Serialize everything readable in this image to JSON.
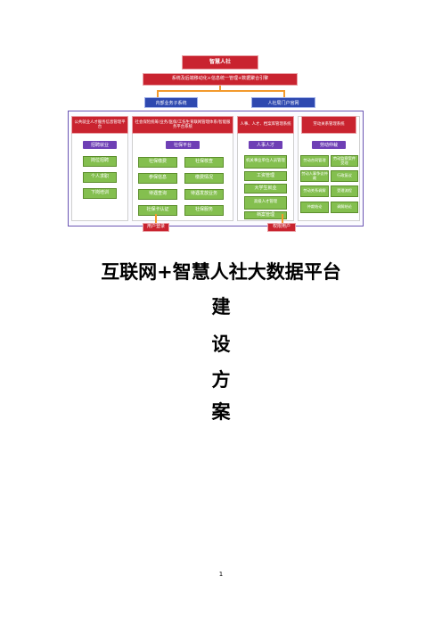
{
  "diagram": {
    "top_title": "智慧人社",
    "top_subtitle": "系统及后端移动化+信息统一管理+数据聚合引擎",
    "left_header": "内部业务子系统",
    "right_header": "人社局门户官网",
    "columns": [
      {
        "header": "公共就业人才服务信息管理平台",
        "category": "招聘就业",
        "items": [
          "岗位招聘",
          "个人求职",
          "下岗培训"
        ]
      },
      {
        "header": "社会保险统筹/业务/医保/工伤生育联网管理体系/智能服务平台系统",
        "category": "社保平台",
        "items": [
          "社保缴费",
          "社保核查",
          "参保信息",
          "缴费情况",
          "待遇查询",
          "待遇发放业务",
          "社保卡认证",
          "社保服务"
        ]
      },
      {
        "header": "人事、人才、档案库管理系统",
        "category": "人事人才",
        "items": [
          "机关事业单位人员管理",
          "工资管理",
          "大学生就业",
          "高级人才管理",
          "档案管理"
        ]
      },
      {
        "header": "劳动关系管理系统",
        "category": "劳动仲裁",
        "items": [
          "劳动合同管理",
          "劳动监察案件受理",
          "劳动人事争议仲裁",
          "行政复议",
          "劳动关系调解",
          "受理流程",
          "仲裁结论",
          "调解结论"
        ]
      }
    ],
    "bottom_left": "用户登录",
    "bottom_right": "权限用户"
  },
  "title": "互联网+智慧人社大数据平台",
  "vertical_chars": [
    "建",
    "设",
    "方",
    "案"
  ],
  "page_number": "1",
  "colors": {
    "red": "#c9232f",
    "blue": "#2e49b0",
    "purple": "#6e3fb5",
    "green": "#84bf4f",
    "orange": "#f39a2d"
  }
}
